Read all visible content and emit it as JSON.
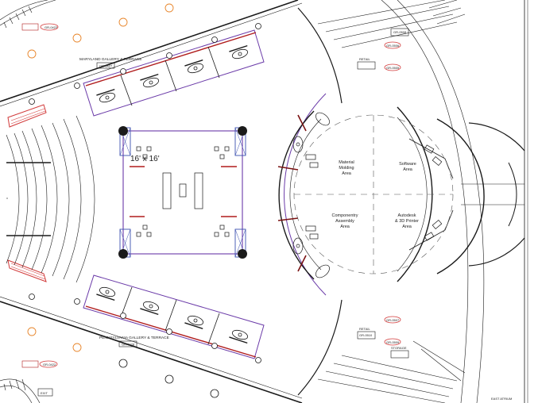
{
  "labels": {
    "maryland_gallery": "MARYLAND GALLERY & TERRACE",
    "maryland_code": "GR-0427",
    "pennsylvania_gallery": "PENNSYLVANIA GALLERY & TERRACE",
    "pennsylvania_code": "GR-0428",
    "stage_size": "16' x 16'",
    "material_molding": [
      "Material",
      "Molding",
      "Area"
    ],
    "software_area": [
      "Software",
      "Area"
    ],
    "componentry_assembly": [
      "Componentry",
      "Assembly",
      "Area"
    ],
    "autodesk_printer": [
      "Autodesk",
      "& 3D Printer",
      "Area"
    ],
    "exit": "EXIT",
    "east_atrium": "EAST ATRIUM"
  },
  "room_tags": {
    "top_left": "GR-0423",
    "bottom_left": "GR-0422",
    "top_right_1": "GR-0508",
    "top_right_2": "GR-0506",
    "top_right_3": "GR-0505",
    "bottom_right_1": "GR-0507",
    "bottom_right_2": "GR-0510",
    "bottom_right_3": "GR-0509",
    "retail_top": "RETAIL",
    "retail_bottom": "RETAIL",
    "storage": "STORAGE"
  },
  "colors": {
    "line": "#1a1a1a",
    "purple": "#6a3aa8",
    "red": "#b01c1c",
    "orange": "#e8852a",
    "blue_truss": "#3a4fb0",
    "stair_red": "#d23a3a"
  }
}
